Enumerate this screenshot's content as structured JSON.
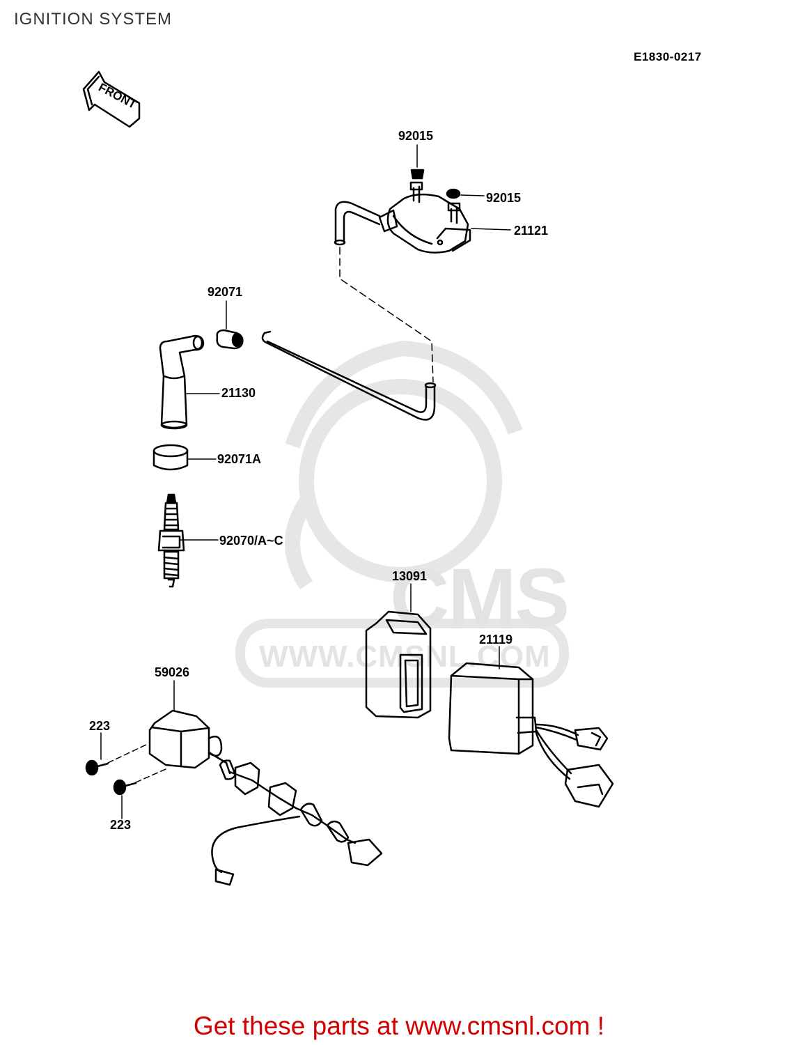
{
  "title": "IGNITION SYSTEM",
  "drawing_code": "E1830-0217",
  "front_arrow": "FRONT",
  "watermark": {
    "brand": "CMS",
    "url": "WWW.CMSNL.COM"
  },
  "footer": "Get these parts at www.cmsnl.com !",
  "parts": [
    {
      "id": "p1",
      "number": "92015"
    },
    {
      "id": "p2",
      "number": "92015"
    },
    {
      "id": "p3",
      "number": "21121"
    },
    {
      "id": "p4",
      "number": "92071"
    },
    {
      "id": "p5",
      "number": "21130"
    },
    {
      "id": "p6",
      "number": "92071A"
    },
    {
      "id": "p7",
      "number": "92070/A~C"
    },
    {
      "id": "p8",
      "number": "13091"
    },
    {
      "id": "p9",
      "number": "21119"
    },
    {
      "id": "p10",
      "number": "59026"
    },
    {
      "id": "p11",
      "number": "223"
    },
    {
      "id": "p12",
      "number": "223"
    }
  ]
}
